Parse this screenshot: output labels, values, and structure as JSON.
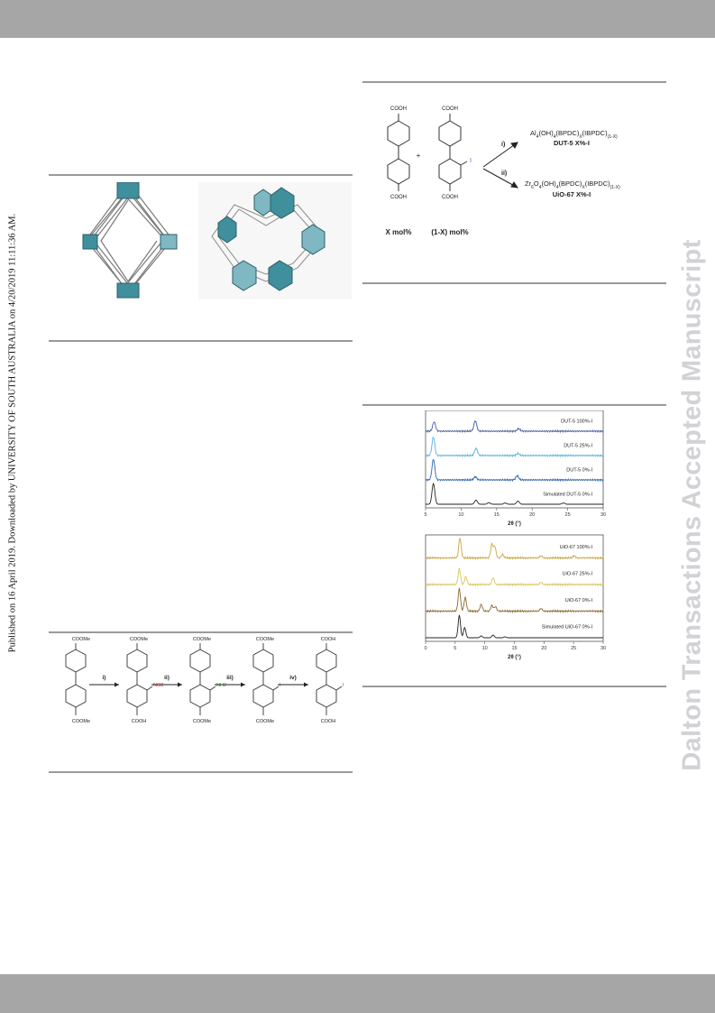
{
  "sidebar_left": "Published on 16 April 2019. Downloaded by UNIVERSITY OF SOUTH AUSTRALIA on 4/20/2019 11:11:36 AM.",
  "sidebar_right": "Dalton Transactions Accepted Manuscript",
  "scheme_top": {
    "cooh": "COOH",
    "iodo": "I",
    "plus": "+",
    "label_left": "X mol%",
    "label_right": "(1-X) mol%",
    "step1": "i)",
    "step2": "ii)",
    "prod1_formula": "Al4(OH)4(BPDC)X(IBPDC)(1-X)",
    "prod1_name": "DUT-5 X%-I",
    "prod2_formula": "Zr6O4(OH)4(BPDC)X(IBPDC)(1-X)",
    "prod2_name": "UiO-67 X%-I"
  },
  "scheme_bottom": {
    "cooh": "COOH",
    "coome": "COOMe",
    "no2": "NO2",
    "nh2": "NH2",
    "iodo": "I",
    "steps": [
      "i)",
      "ii)",
      "iii)",
      "iv)"
    ]
  },
  "colors": {
    "dut_100": "#4a5f9c",
    "dut_25": "#57b3dd",
    "dut_0": "#2b62b0",
    "sim": "#222222",
    "uio_100": "#c9a646",
    "uio_25": "#d9c45a",
    "uio_0": "#8b6a30",
    "nitro": "#d62020",
    "amine": "#2a8f2a",
    "iodine": "#5a4ed8",
    "polyhedra": "#3f8f9c"
  },
  "chart_data": [
    {
      "type": "line",
      "xlabel": "2θ (°)",
      "x_ticks": [
        5,
        10,
        15,
        20,
        25,
        30
      ],
      "xlim": [
        5,
        30
      ],
      "series": [
        {
          "name": "DUT-5 100%-I",
          "peaks": [
            [
              6.2,
              0.45
            ],
            [
              12.0,
              0.5
            ],
            [
              18.1,
              0.12
            ]
          ]
        },
        {
          "name": "DUT-5 25%-I",
          "peaks": [
            [
              6.1,
              0.9
            ],
            [
              12.1,
              0.35
            ],
            [
              18.0,
              0.1
            ]
          ]
        },
        {
          "name": "DUT-5 0%-I",
          "peaks": [
            [
              6.1,
              1.0
            ],
            [
              12.0,
              0.15
            ],
            [
              17.9,
              0.2
            ]
          ]
        },
        {
          "name": "Simulated DUT-5 0%-I",
          "peaks": [
            [
              6.1,
              1.0
            ],
            [
              12.1,
              0.2
            ],
            [
              13.9,
              0.08
            ],
            [
              16.2,
              0.06
            ],
            [
              18.0,
              0.15
            ],
            [
              24.4,
              0.06
            ]
          ]
        }
      ]
    },
    {
      "type": "line",
      "xlabel": "2θ (°)",
      "x_ticks": [
        0,
        5,
        10,
        15,
        20,
        25,
        30
      ],
      "xlim": [
        0,
        30
      ],
      "series": [
        {
          "name": "UiO-67 100%-I",
          "peaks": [
            [
              5.8,
              0.9
            ],
            [
              11.2,
              0.6
            ],
            [
              11.7,
              0.5
            ],
            [
              13.0,
              0.15
            ],
            [
              19.5,
              0.1
            ],
            [
              25.1,
              0.1
            ]
          ]
        },
        {
          "name": "UiO-67 25%-I",
          "peaks": [
            [
              5.7,
              0.7
            ],
            [
              6.8,
              0.35
            ],
            [
              11.4,
              0.3
            ],
            [
              19.5,
              0.1
            ]
          ]
        },
        {
          "name": "UiO-67 0%-I",
          "peaks": [
            [
              5.7,
              1.0
            ],
            [
              6.7,
              0.6
            ],
            [
              9.4,
              0.3
            ],
            [
              11.2,
              0.25
            ],
            [
              11.8,
              0.2
            ],
            [
              19.5,
              0.12
            ]
          ]
        },
        {
          "name": "Simulated UiO-67 0%-I",
          "peaks": [
            [
              5.7,
              1.0
            ],
            [
              6.6,
              0.45
            ],
            [
              9.4,
              0.08
            ],
            [
              11.4,
              0.12
            ],
            [
              13.4,
              0.04
            ]
          ]
        }
      ]
    }
  ]
}
